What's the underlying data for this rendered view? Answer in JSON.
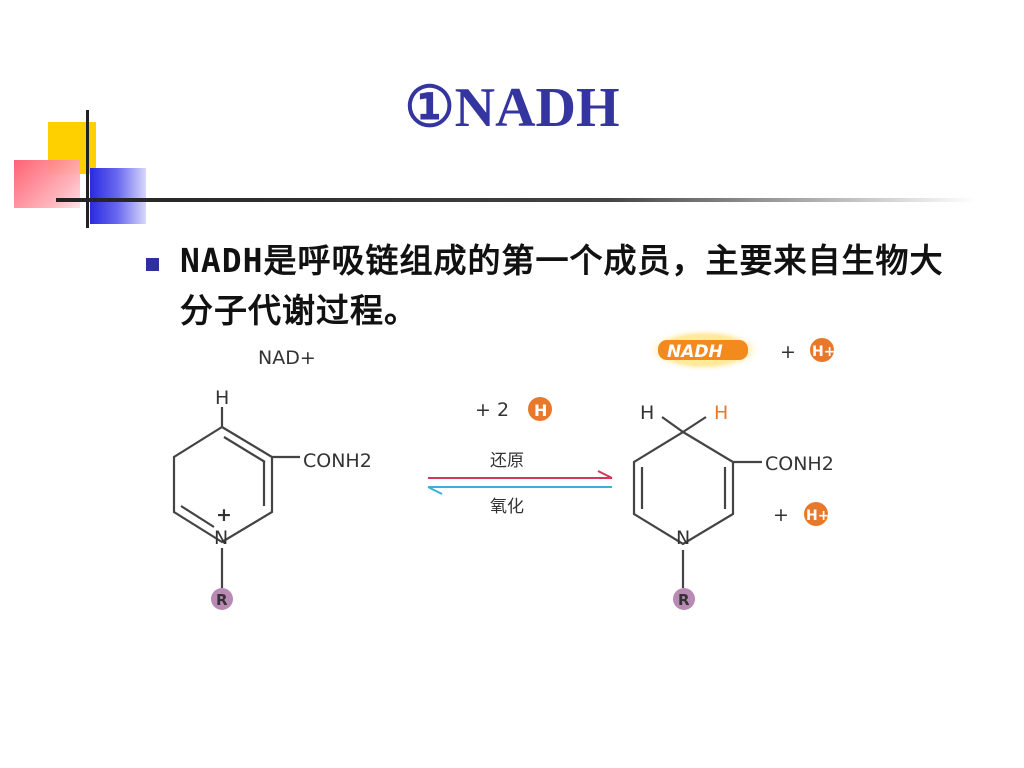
{
  "slide": {
    "title": "①NADH",
    "bullet": "NADH是呼吸链组成的第一个成员，主要来自生物大分子代谢过程。"
  },
  "diagram": {
    "nad_label": "NAD+",
    "nadh_label": "NADH",
    "plus": "+",
    "two_h_prefix": "+ 2",
    "h_circle": "H",
    "h_plus": "H+",
    "reduce_label": "还原",
    "oxidize_label": "氧化",
    "left_h": "H",
    "left_conh2": "CONH2",
    "left_n_plus": "+",
    "left_n": "N",
    "left_r": "R",
    "right_h1": "H",
    "right_h2": "H",
    "right_conh2": "CONH2",
    "right_n": "N",
    "right_r": "R",
    "right_plus": "+",
    "colors": {
      "title": "#3535a0",
      "bullet": "#2f2fa0",
      "orange": "#e8782a",
      "purple": "#b98ab4",
      "arrow_red": "#d9345a",
      "arrow_blue": "#3ab0d8"
    }
  }
}
